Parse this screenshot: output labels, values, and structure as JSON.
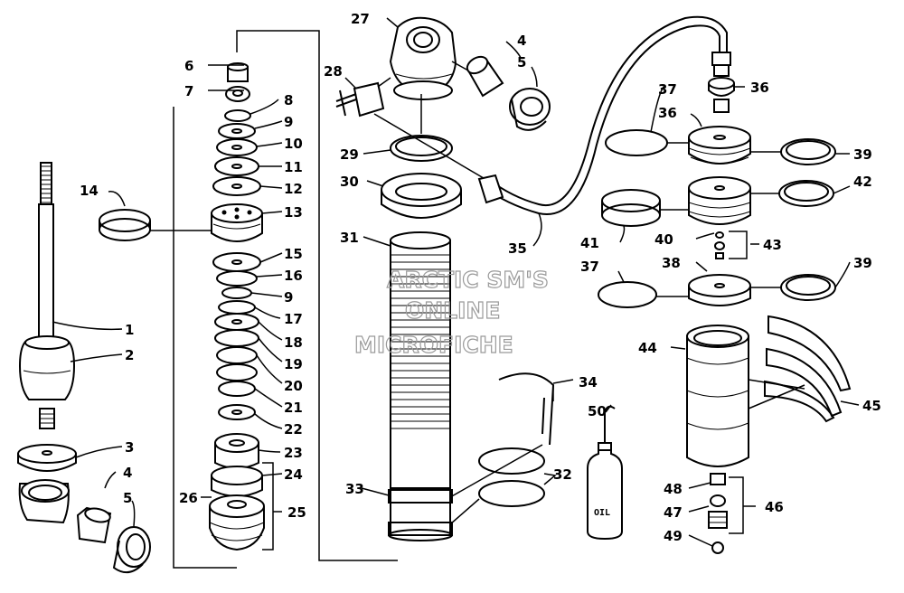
{
  "diagram": {
    "callouts": [
      {
        "id": "1",
        "text": "1"
      },
      {
        "id": "2",
        "text": "2"
      },
      {
        "id": "3",
        "text": "3"
      },
      {
        "id": "4a",
        "text": "4"
      },
      {
        "id": "5a",
        "text": "5"
      },
      {
        "id": "14",
        "text": "14"
      },
      {
        "id": "6",
        "text": "6"
      },
      {
        "id": "7",
        "text": "7"
      },
      {
        "id": "8",
        "text": "8"
      },
      {
        "id": "9a",
        "text": "9"
      },
      {
        "id": "10",
        "text": "10"
      },
      {
        "id": "11",
        "text": "11"
      },
      {
        "id": "12",
        "text": "12"
      },
      {
        "id": "13",
        "text": "13"
      },
      {
        "id": "15",
        "text": "15"
      },
      {
        "id": "16",
        "text": "16"
      },
      {
        "id": "9b",
        "text": "9"
      },
      {
        "id": "17",
        "text": "17"
      },
      {
        "id": "18",
        "text": "18"
      },
      {
        "id": "19",
        "text": "19"
      },
      {
        "id": "20",
        "text": "20"
      },
      {
        "id": "21",
        "text": "21"
      },
      {
        "id": "22",
        "text": "22"
      },
      {
        "id": "23",
        "text": "23"
      },
      {
        "id": "24",
        "text": "24"
      },
      {
        "id": "25",
        "text": "25"
      },
      {
        "id": "26",
        "text": "26"
      },
      {
        "id": "27",
        "text": "27"
      },
      {
        "id": "28",
        "text": "28"
      },
      {
        "id": "4b",
        "text": "4"
      },
      {
        "id": "5b",
        "text": "5"
      },
      {
        "id": "29",
        "text": "29"
      },
      {
        "id": "30",
        "text": "30"
      },
      {
        "id": "31",
        "text": "31"
      },
      {
        "id": "33",
        "text": "33"
      },
      {
        "id": "34",
        "text": "34"
      },
      {
        "id": "32",
        "text": "32"
      },
      {
        "id": "35",
        "text": "35"
      },
      {
        "id": "50",
        "text": "50"
      },
      {
        "id": "36a",
        "text": "36"
      },
      {
        "id": "37a",
        "text": "37"
      },
      {
        "id": "36b",
        "text": "36"
      },
      {
        "id": "39a",
        "text": "39"
      },
      {
        "id": "42",
        "text": "42"
      },
      {
        "id": "41",
        "text": "41"
      },
      {
        "id": "40",
        "text": "40"
      },
      {
        "id": "43",
        "text": "43"
      },
      {
        "id": "37b",
        "text": "37"
      },
      {
        "id": "38",
        "text": "38"
      },
      {
        "id": "39b",
        "text": "39"
      },
      {
        "id": "44",
        "text": "44"
      },
      {
        "id": "45",
        "text": "45"
      },
      {
        "id": "48",
        "text": "48"
      },
      {
        "id": "46",
        "text": "46"
      },
      {
        "id": "47",
        "text": "47"
      },
      {
        "id": "49",
        "text": "49"
      }
    ],
    "watermark": [
      "ARCTIC SM'S",
      "ONLINE",
      "MICROFICHE"
    ],
    "oil_label": "OIL",
    "colors": {
      "ink": "#000000",
      "paper": "#ffffff",
      "watermark": "#9a9a9a"
    }
  }
}
